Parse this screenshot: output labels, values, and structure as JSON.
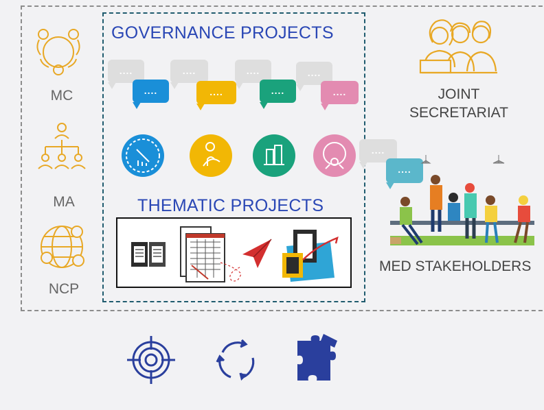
{
  "left_column": {
    "mc": "MC",
    "ma": "MA",
    "ncp": "NCP"
  },
  "governance": {
    "title": "GOVERNANCE PROJECTS",
    "bubble_text": "....",
    "colors": [
      "#1a8fd8",
      "#f2b705",
      "#1aa27c",
      "#e38bb1"
    ]
  },
  "thematic": {
    "title": "THEMATIC PROJECTS"
  },
  "joint_secretariat": {
    "line1": "JOINT",
    "line2": "SECRETARIAT"
  },
  "stakeholders": {
    "label": "MED STAKEHOLDERS"
  },
  "bottom_icons": [
    "target-icon",
    "refresh-cycle-icon",
    "puzzle-icon"
  ]
}
